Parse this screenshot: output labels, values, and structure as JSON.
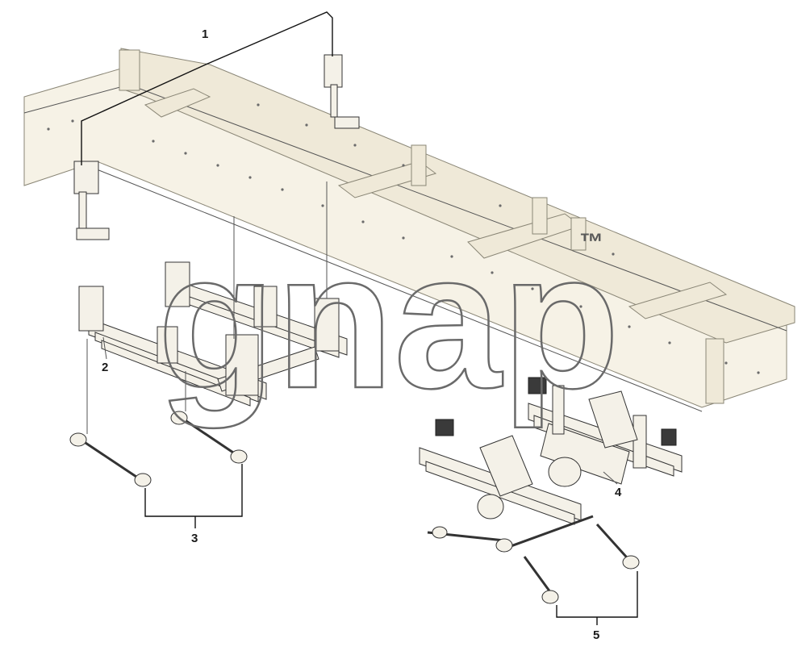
{
  "callouts": {
    "c1": "1",
    "c2": "2",
    "c3": "3",
    "c4": "4",
    "c5": "5"
  },
  "watermark": {
    "text": "gnap",
    "tm": "™"
  },
  "colors": {
    "frame_fill": "#f6f2e6",
    "outline": "#333333",
    "leader": "#111111",
    "watermark": "#6a6a6a"
  }
}
